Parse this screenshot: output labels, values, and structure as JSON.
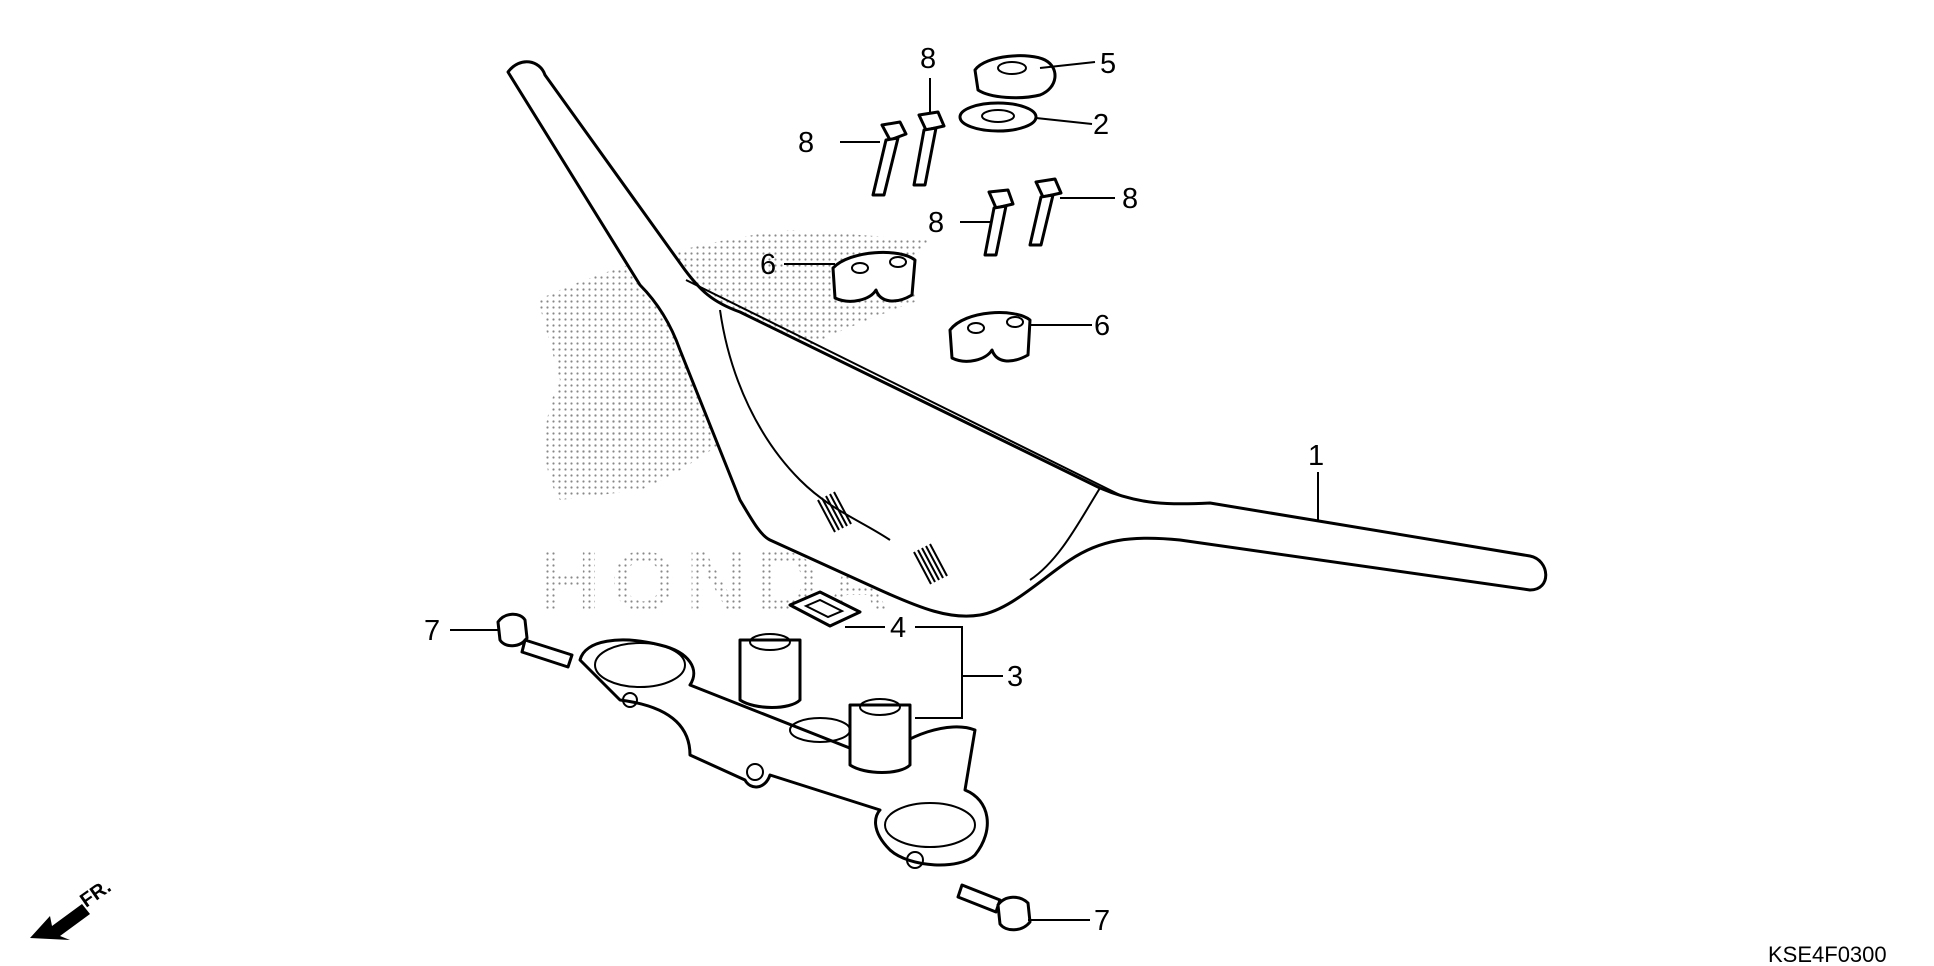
{
  "diagram": {
    "watermark_text": "HONDA",
    "drawing_code": "KSE4F0300",
    "front_label": "FR.",
    "callouts": {
      "handlebar": "1",
      "washer": "2",
      "lower_bridge": "3",
      "rubber_pad": "4",
      "nut": "5",
      "holder_left": "6",
      "holder_right": "6",
      "bolt_left": "7",
      "bolt_bottom": "7",
      "bolt_a": "8",
      "bolt_b": "8",
      "bolt_c": "8",
      "bolt_d": "8"
    }
  }
}
